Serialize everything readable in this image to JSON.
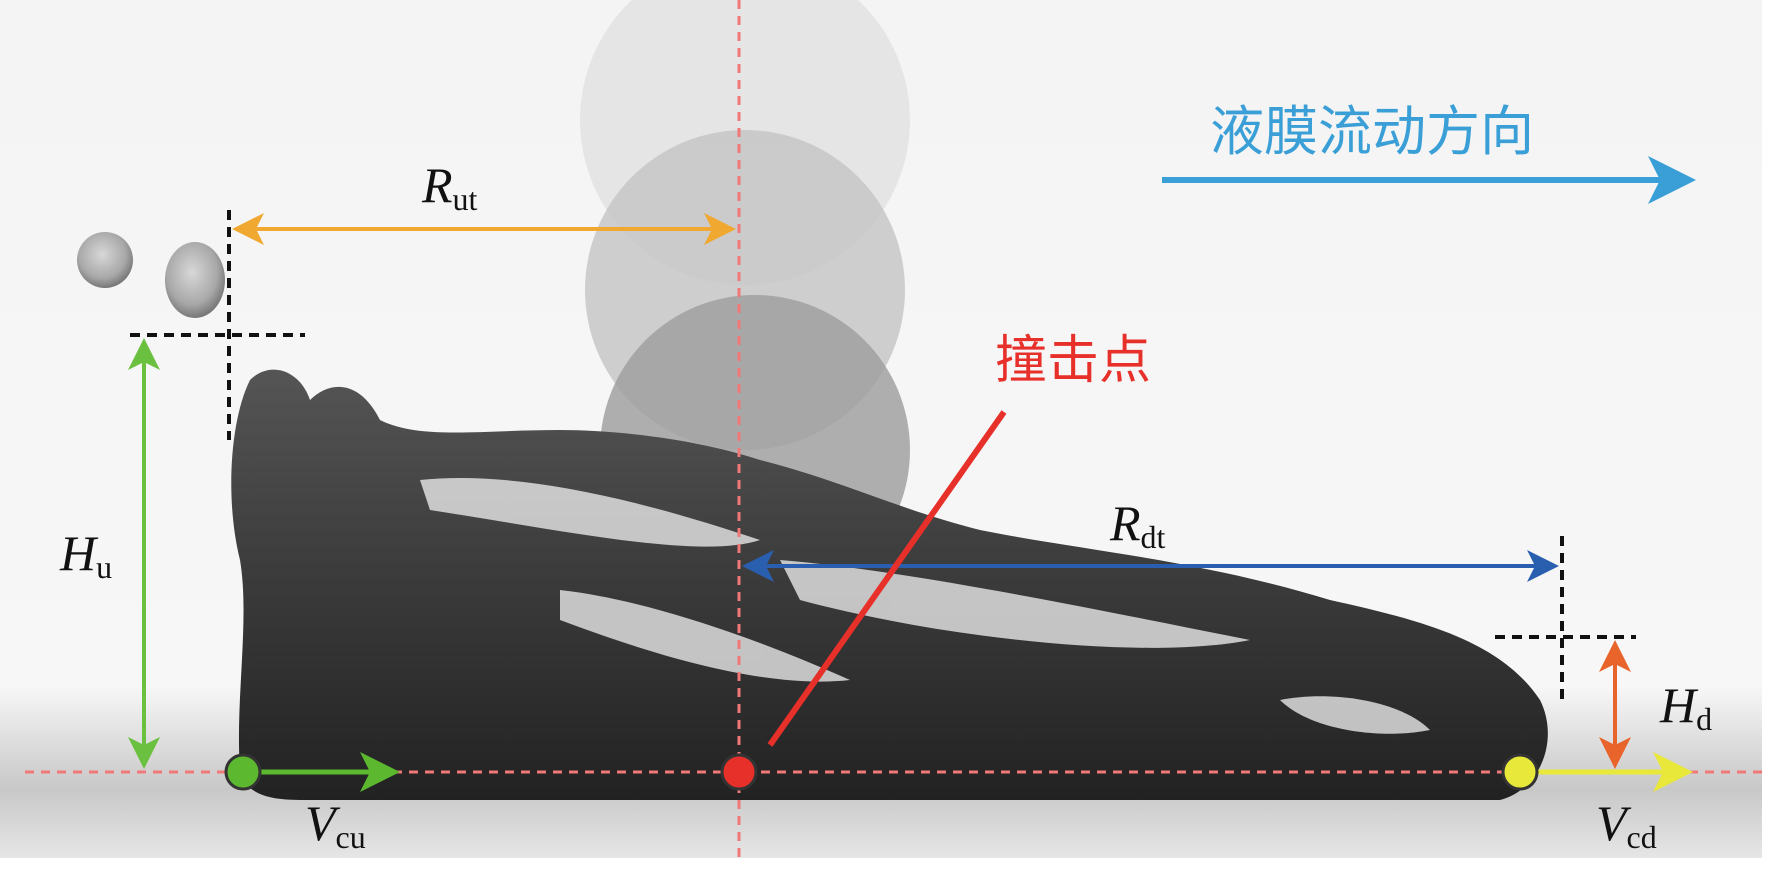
{
  "labels": {
    "flow_direction": "液膜流动方向",
    "impact_point": "撞击点",
    "r_ut": {
      "main": "R",
      "sub": "ut"
    },
    "r_dt": {
      "main": "R",
      "sub": "dt"
    },
    "h_u": {
      "main": "H",
      "sub": "u"
    },
    "h_d": {
      "main": "H",
      "sub": "d"
    },
    "v_cu": {
      "main": "V",
      "sub": "cu"
    },
    "v_cd": {
      "main": "V",
      "sub": "cd"
    }
  },
  "colors": {
    "flow_arrow": "#3a9fd6",
    "impact": "#e8302a",
    "r_ut": "#f0a830",
    "r_dt": "#2a5fb0",
    "h_u": "#6cc040",
    "h_d": "#e8642a",
    "v_cu_point": "#5cb82e",
    "v_cd_point": "#e8e83a",
    "guide_line": "#f07878"
  }
}
